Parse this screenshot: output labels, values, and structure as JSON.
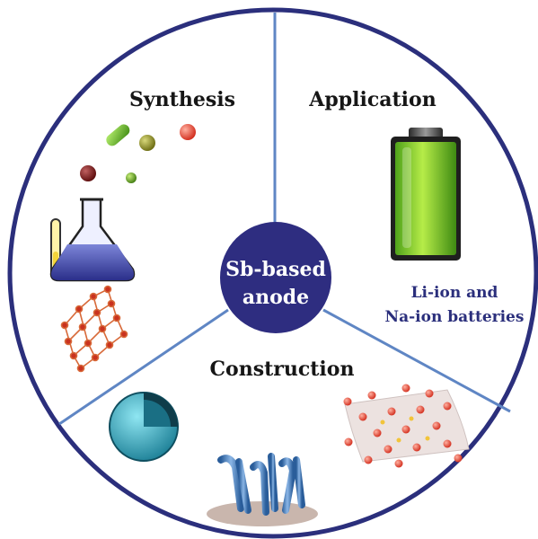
{
  "center": {
    "line1": "Sb-based",
    "line2": "anode"
  },
  "sections": {
    "synthesis": {
      "title": "Synthesis"
    },
    "application": {
      "title": "Application",
      "caption_line1": "Li-ion and",
      "caption_line2": "Na-ion batteries"
    },
    "construction": {
      "title": "Construction"
    }
  },
  "colors": {
    "ring": "#2b2f7c",
    "divider": "#5f86c4",
    "center_fill": "#2e2d80",
    "title_text": "#161616",
    "caption_text": "#2b2f7c"
  },
  "icons": [
    "molecule-balls-icon",
    "flask-icon",
    "lattice-icon",
    "battery-icon",
    "hollow-sphere-icon",
    "nanowires-icon",
    "nanoparticle-sheet-icon"
  ]
}
